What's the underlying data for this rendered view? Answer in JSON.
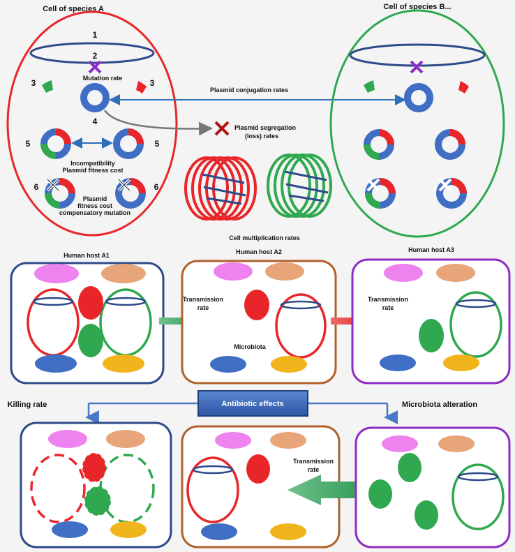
{
  "top": {
    "species_a": "Cell of species A",
    "species_b": "Cell of species B...",
    "n1": "1",
    "n2": "2",
    "n3a": "3",
    "n3b": "3",
    "n4": "4",
    "n5a": "5",
    "n5b": "5",
    "n6a": "6",
    "n6b": "6",
    "mutation_rate": "Mutation rate",
    "conjugation": "Plasmid conjugation rates",
    "segregation_1": "Plasmid segregation",
    "segregation_2": "(loss) rates",
    "incompat_1": "Incompatibility",
    "incompat_2": "Plasmid fitness cost",
    "comp_1": "Plasmid",
    "comp_2": "fitness cost",
    "comp_3": "compensatory mutation",
    "multiplication": "Cell multiplication rates"
  },
  "hosts": {
    "a1": "Human host A1",
    "a2": "Human host A2",
    "a3": "Human host A3",
    "transmission_1": "Transmission",
    "transmission_2": "rate",
    "microbiota": "Microbiota"
  },
  "bottom": {
    "antibiotic": "Antibiotic effects",
    "killing": "Killing rate",
    "alteration": "Microbiota alteration",
    "transmission_1": "Transmission",
    "transmission_2": "rate"
  },
  "colors": {
    "red": "#e8262a",
    "green": "#2fa84f",
    "navy": "#2d4a8a",
    "blue": "#3f6ec4",
    "purple": "#8e2bc4",
    "brown": "#b0622a",
    "pink": "#ee82ee",
    "peach": "#e8a57a",
    "gold": "#f0b51c"
  }
}
